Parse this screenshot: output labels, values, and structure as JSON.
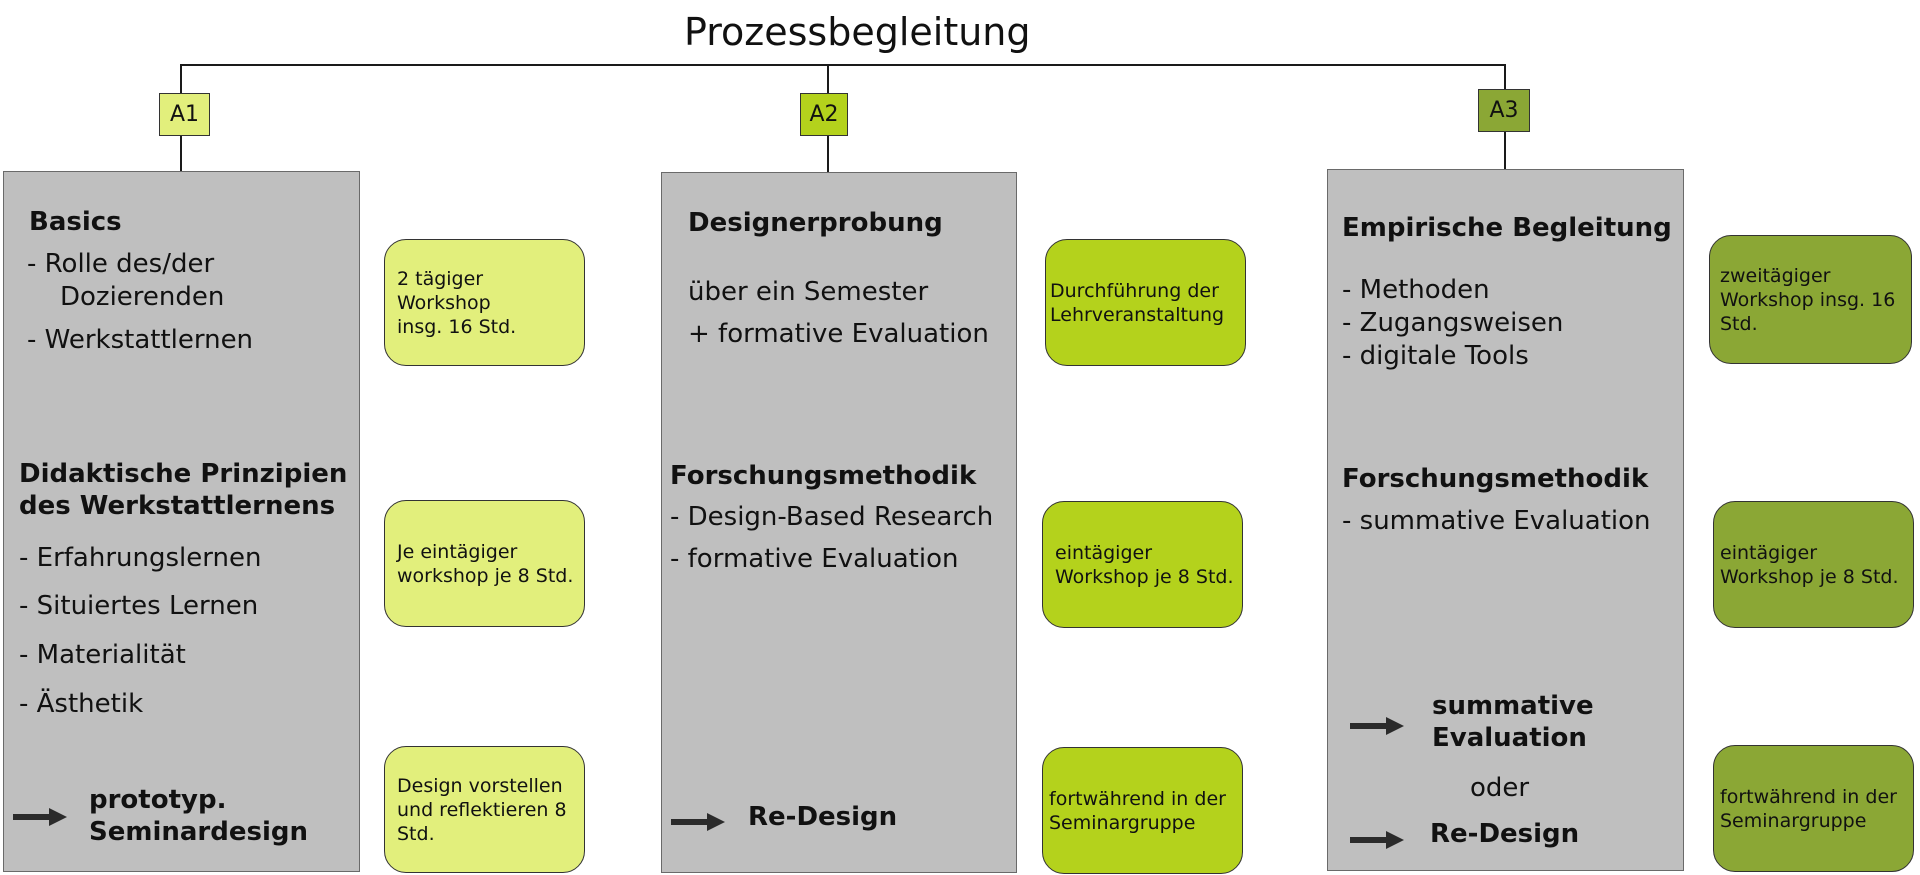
{
  "title": "Prozessbegleitung",
  "colors": {
    "a1": "#e2ef7c",
    "a2": "#b4d21c",
    "a3": "#8ba735",
    "panel": "#bfbfbf"
  },
  "icons": {
    "arrow": "right-arrow-icon"
  },
  "columns": [
    {
      "tag": "A1",
      "sections": [
        {
          "heading": "Basics",
          "items": [
            "- Rolle des/der",
            "Dozierenden",
            "- Werkstattlernen"
          ]
        },
        {
          "heading_lines": [
            "Didaktische Prinzipien",
            "des Werkstattlernens"
          ],
          "items": [
            "- Erfahrungslernen",
            "- Situiertes Lernen",
            "- Materialität",
            "- Ästhetik"
          ]
        }
      ],
      "result_lines": [
        "prototyp.",
        "Seminardesign"
      ],
      "notes": [
        [
          "2 tägiger",
          "Workshop",
          "insg. 16 Std."
        ],
        [
          "Je eintägiger",
          "workshop je 8 Std."
        ],
        [
          "Design vorstellen",
          "und reflektieren 8",
          "Std."
        ]
      ]
    },
    {
      "tag": "A2",
      "sections": [
        {
          "heading": "Designerprobung",
          "items": [
            "über ein Semester",
            "+ formative Evaluation"
          ]
        },
        {
          "heading": "Forschungsmethodik",
          "items": [
            "- Design-Based Research",
            "- formative Evaluation"
          ]
        }
      ],
      "result": "Re-Design",
      "notes": [
        [
          "Durchführung der",
          "Lehrveranstaltung"
        ],
        [
          "eintägiger",
          "Workshop je 8 Std."
        ],
        [
          "fortwährend in der",
          "Seminargruppe"
        ]
      ]
    },
    {
      "tag": "A3",
      "sections": [
        {
          "heading": "Empirische Begleitung",
          "items": [
            "- Methoden",
            "- Zugangsweisen",
            "- digitale Tools"
          ]
        },
        {
          "heading": "Forschungsmethodik",
          "items": [
            "- summative Evaluation"
          ]
        }
      ],
      "result_lines": [
        "summative",
        "Evaluation"
      ],
      "result_or": "oder",
      "result_2": "Re-Design",
      "notes": [
        [
          "zweitägiger",
          "Workshop insg. 16",
          "Std."
        ],
        [
          "eintägiger",
          "Workshop je 8 Std."
        ],
        [
          "fortwährend in der",
          "Seminargruppe"
        ]
      ]
    }
  ]
}
